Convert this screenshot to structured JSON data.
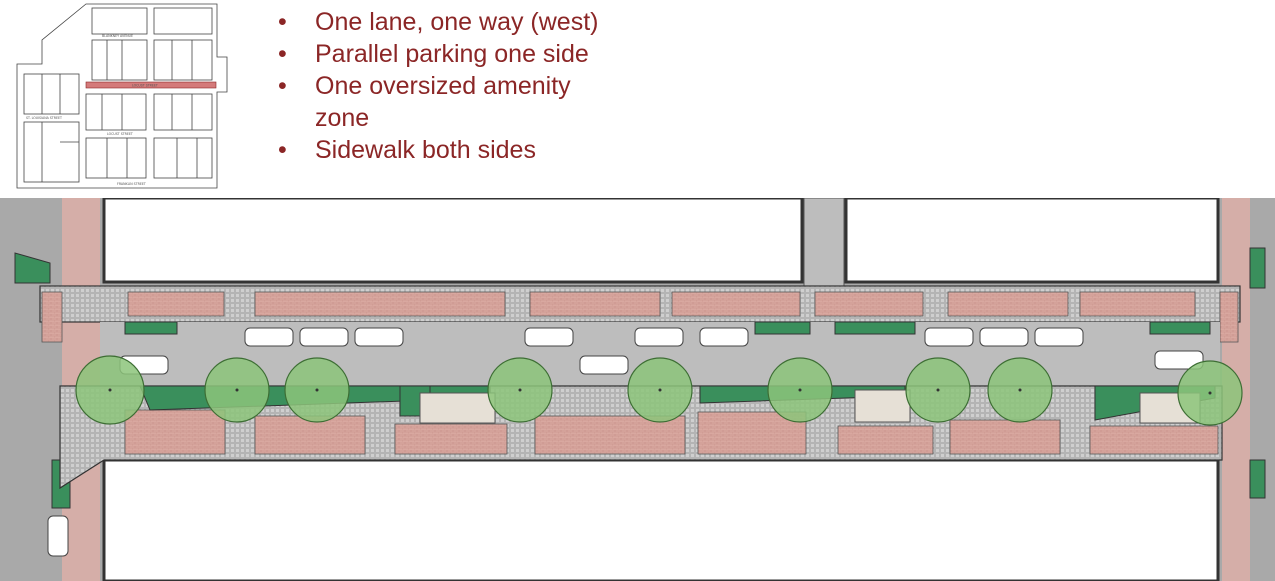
{
  "bullets": [
    {
      "text": "One lane, one way (west)"
    },
    {
      "text": "Parallel parking one side"
    },
    {
      "text": "One oversized amenity zone"
    },
    {
      "text": "Sidewalk both sides"
    }
  ],
  "keymap": {
    "labels": [
      "BLANKNEY AVENUE",
      "LOCUST STREET",
      "ST. LOUISIANA STREET",
      "LOCUST STREET",
      "FRANKLIN STREET"
    ]
  },
  "colors": {
    "bullet_text": "#8b2626",
    "road": "#a9a9a9",
    "roadway": "#bdbdbd",
    "brick": "#d9a8a0",
    "planter": "#3a8f5c",
    "tree": "#8cc47a",
    "highlight": "#d47a7a"
  }
}
